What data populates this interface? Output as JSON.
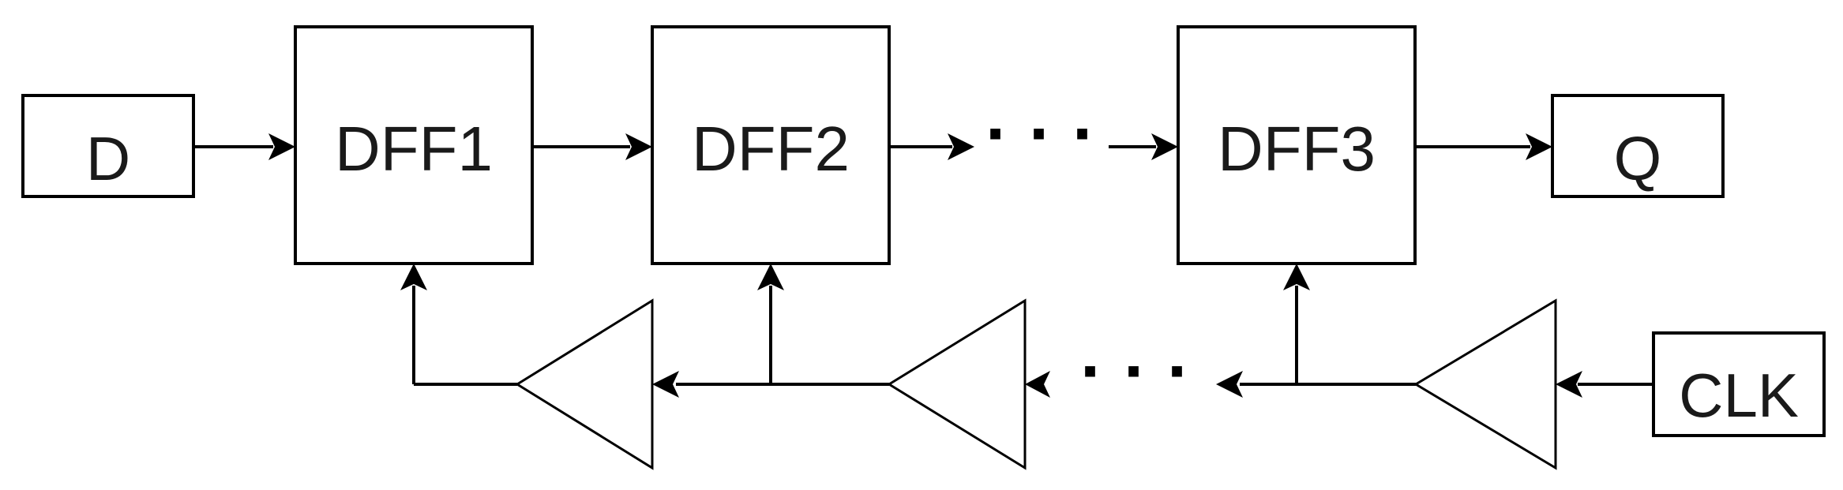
{
  "inputs": {
    "data": "D",
    "clock": "CLK"
  },
  "outputs": {
    "data": "Q"
  },
  "flip_flops": [
    {
      "label": "DFF1"
    },
    {
      "label": "DFF2"
    },
    {
      "label": "DFF3"
    }
  ],
  "ellipsis": "· · ·",
  "colors": {
    "stroke": "#000000",
    "background": "#ffffff",
    "text": "#1a1a1a"
  }
}
